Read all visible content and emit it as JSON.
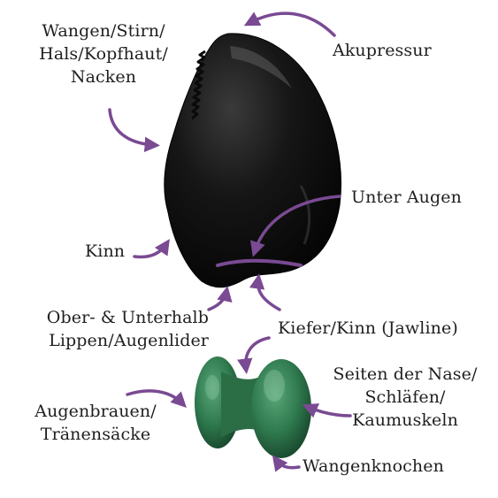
{
  "labels": {
    "akupressur": "Akupressur",
    "wangen_line1": "Wangen/Stirn/",
    "wangen_line2": "Hals/Kopfhaut/",
    "wangen_line3": "Nacken",
    "unter_augen": "Unter Augen",
    "kinn": "Kinn",
    "lippen_line1": "Ober- & Unterhalb",
    "lippen_line2": "Lippen/Augenlider",
    "kiefer": "Kiefer/Kinn (Jawline)",
    "seiten_line1": "Seiten der Nase/",
    "seiten_line2": "Schläfen/",
    "seiten_line3": "Kaumuskeln",
    "augenbrauen_line1": "Augenbrauen/",
    "augenbrauen_line2": "Tränensäcke",
    "wangenknochen": "Wangenknochen"
  },
  "colors": {
    "arrow": "#7a4a93",
    "gua_sha_stone": "#151515",
    "jade_roller": "#2f7a4e"
  },
  "objects": {
    "gua_sha_tool": "black-gua-sha-stone",
    "jade_mushroom": "green-jade-mushroom-massager"
  }
}
